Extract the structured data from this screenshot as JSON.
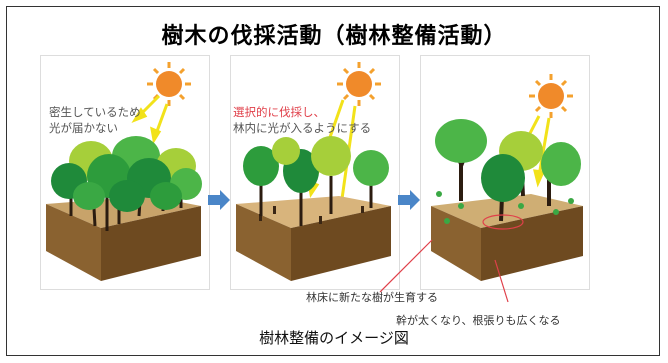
{
  "title": "樹木の伐採活動（樹林整備活動）",
  "panel1": {
    "line1": "密生しているため",
    "line2": "光が届かない"
  },
  "panel2": {
    "line1": "選択的に伐採し、",
    "line2": "林内に光が入るようにする"
  },
  "annotations": {
    "floor": "林床に新たな樹が生育する",
    "trunk": "幹が太くなり、根張りも広くなる"
  },
  "caption": "樹林整備のイメージ図",
  "colors": {
    "sun": "#f08a2a",
    "sun_ray": "#f4a12e",
    "light_beam": "#f2e21a",
    "soil_top": "#c8a36a",
    "soil_front": "#7a5426",
    "tree_dark": "#1f8a3a",
    "tree_mid": "#4cb548",
    "tree_light": "#a6cf3a",
    "arrow": "#4a86c8",
    "accent_red": "#e0404a"
  }
}
